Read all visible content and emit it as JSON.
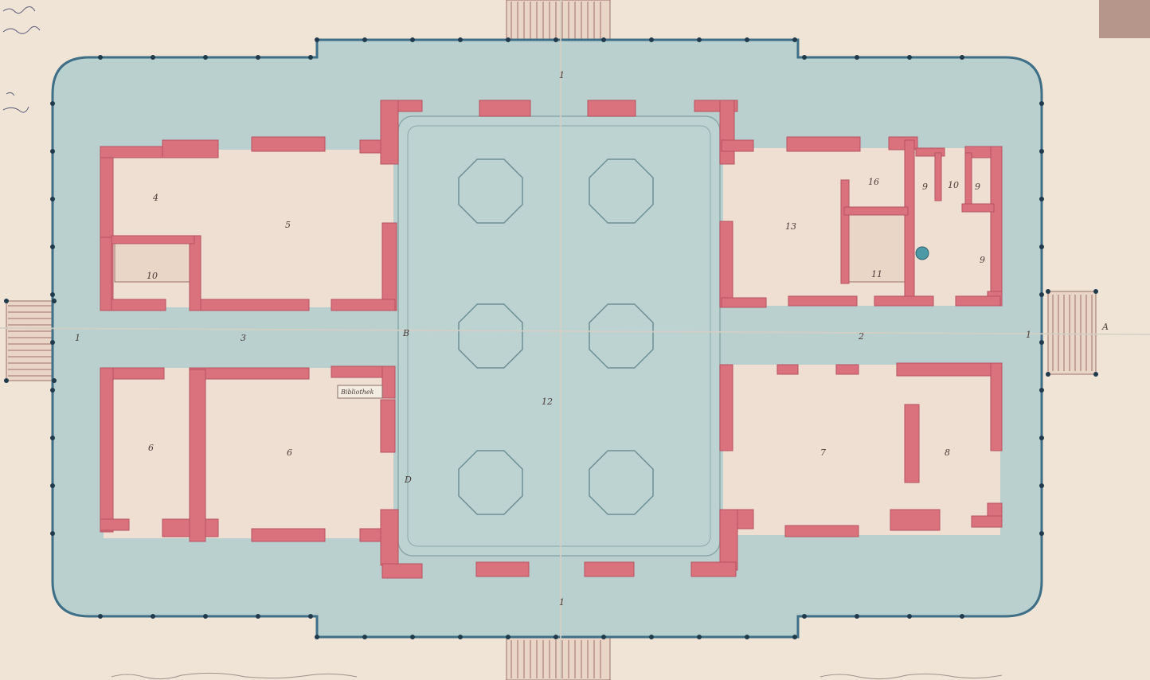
{
  "plan": {
    "palette": {
      "paper": "#efe4d6",
      "veranda": "#b9d0cf",
      "veranda_edge": "#3f6f86",
      "wall": "#d9727d",
      "room": "#efdfd3"
    },
    "room_numbers": {
      "top_left_small": "4",
      "top_left_large": "5",
      "top_left_stair": "10",
      "top_right_large": "13",
      "top_right_small_1": "16",
      "top_right_small_2": "9",
      "top_right_small_3": "10",
      "top_right_small_4": "9",
      "top_right_stair": "11",
      "top_right_side": "9",
      "bottom_left_small": "6",
      "bottom_left_large": "6",
      "bottom_right_left": "7",
      "bottom_right_right": "8",
      "court_center": "12",
      "court_lower": "D",
      "gallery_left_end": "1",
      "gallery_left": "3",
      "gallery_right": "2",
      "gallery_right_end": "1",
      "veranda_top": "1",
      "veranda_bottom": "1",
      "court_left_mark": "B",
      "court_entry": "A"
    },
    "door_tag": "Bibliothek"
  }
}
